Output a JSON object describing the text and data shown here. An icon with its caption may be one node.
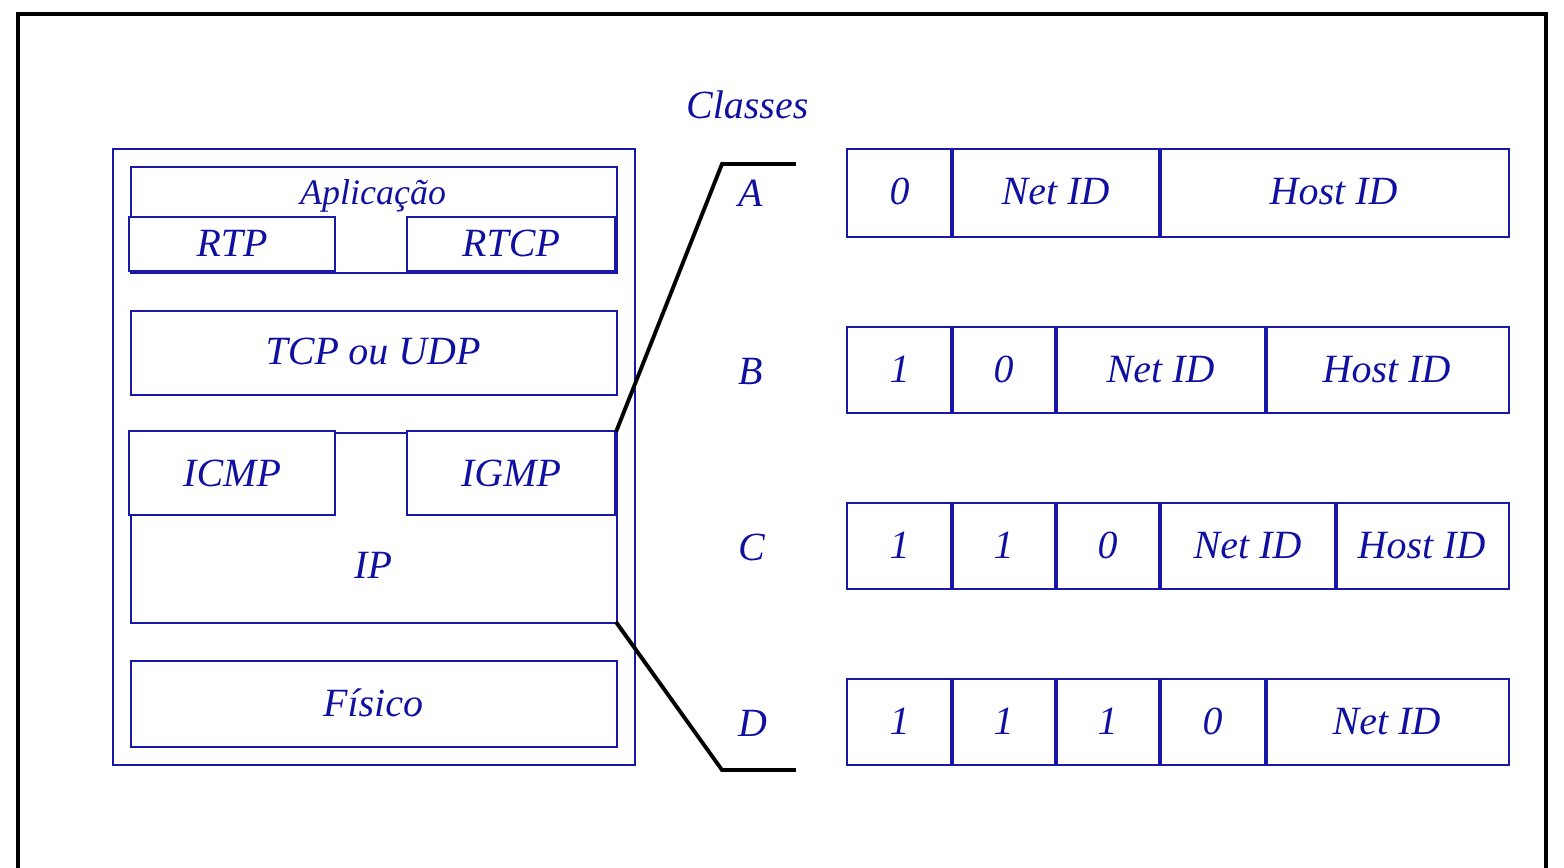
{
  "diagram": {
    "nodes": [
      {
        "text": [],
        "shape": "box"
      },
      {
        "text": [
          "Aplicação"
        ],
        "in": 0
      },
      {
        "text": [
          "RTP"
        ],
        "in": 1
      },
      {
        "text": [
          "RTCP"
        ],
        "in": 1
      },
      {
        "text": [
          "TCP ou UDP"
        ],
        "in": 0
      },
      {
        "text": [
          "IP"
        ],
        "in": 0
      },
      {
        "text": [
          "ICMP"
        ],
        "in": 5
      },
      {
        "text": [
          "IGMP"
        ],
        "in": 5
      },
      {
        "text": [
          "Físico"
        ],
        "in": 0
      }
    ],
    "edges": [],
    "labels": [
      "Classes",
      "A",
      "0",
      "Net ID",
      "Host ID",
      "B",
      "1",
      "0",
      "Net ID",
      "Host ID",
      "C",
      "1",
      "1",
      "0",
      "Net ID",
      "Host ID",
      "D",
      "1",
      "1",
      "1",
      "0",
      "Net ID"
    ]
  }
}
